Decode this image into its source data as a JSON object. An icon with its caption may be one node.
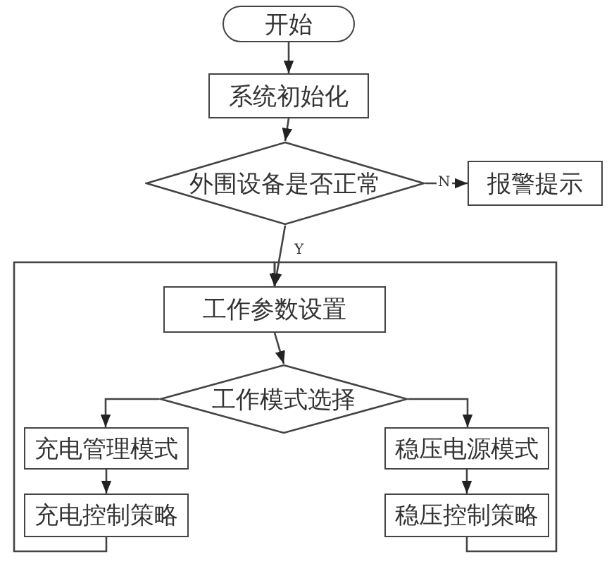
{
  "diagram": {
    "nodes": [
      {
        "text": [
          "开始"
        ]
      },
      {
        "text": [
          "系统初始化"
        ]
      },
      {
        "text": [
          "外围设备是否正常"
        ]
      },
      {
        "text": [
          "报警提示"
        ]
      },
      {
        "text": [
          "工作参数设置"
        ]
      },
      {
        "text": [
          "工作模式选择"
        ]
      },
      {
        "text": [
          "充电管理模式"
        ]
      },
      {
        "text": [
          "稳压电源模式"
        ]
      },
      {
        "text": [
          "充电控制策略"
        ]
      },
      {
        "text": [
          "稳压控制策略"
        ]
      }
    ],
    "edges": [
      {
        "from": 0,
        "to": 1,
        "arrow": "to"
      },
      {
        "from": 1,
        "to": 2,
        "arrow": "to"
      },
      {
        "from": 2,
        "to": 3,
        "arrow": "to",
        "label": "N"
      },
      {
        "from": 2,
        "to": 4,
        "arrow": "to",
        "label": "Y"
      },
      {
        "from": 4,
        "to": 5,
        "arrow": "to"
      },
      {
        "from": 5,
        "to": 6,
        "arrow": "to"
      },
      {
        "from": 5,
        "to": 7,
        "arrow": "to"
      },
      {
        "from": 6,
        "to": 8,
        "arrow": "to"
      },
      {
        "from": 7,
        "to": 9,
        "arrow": "to"
      },
      {
        "from": 8,
        "to": 4,
        "arrow": "to"
      },
      {
        "from": 9,
        "to": 4,
        "arrow": "to"
      }
    ]
  }
}
